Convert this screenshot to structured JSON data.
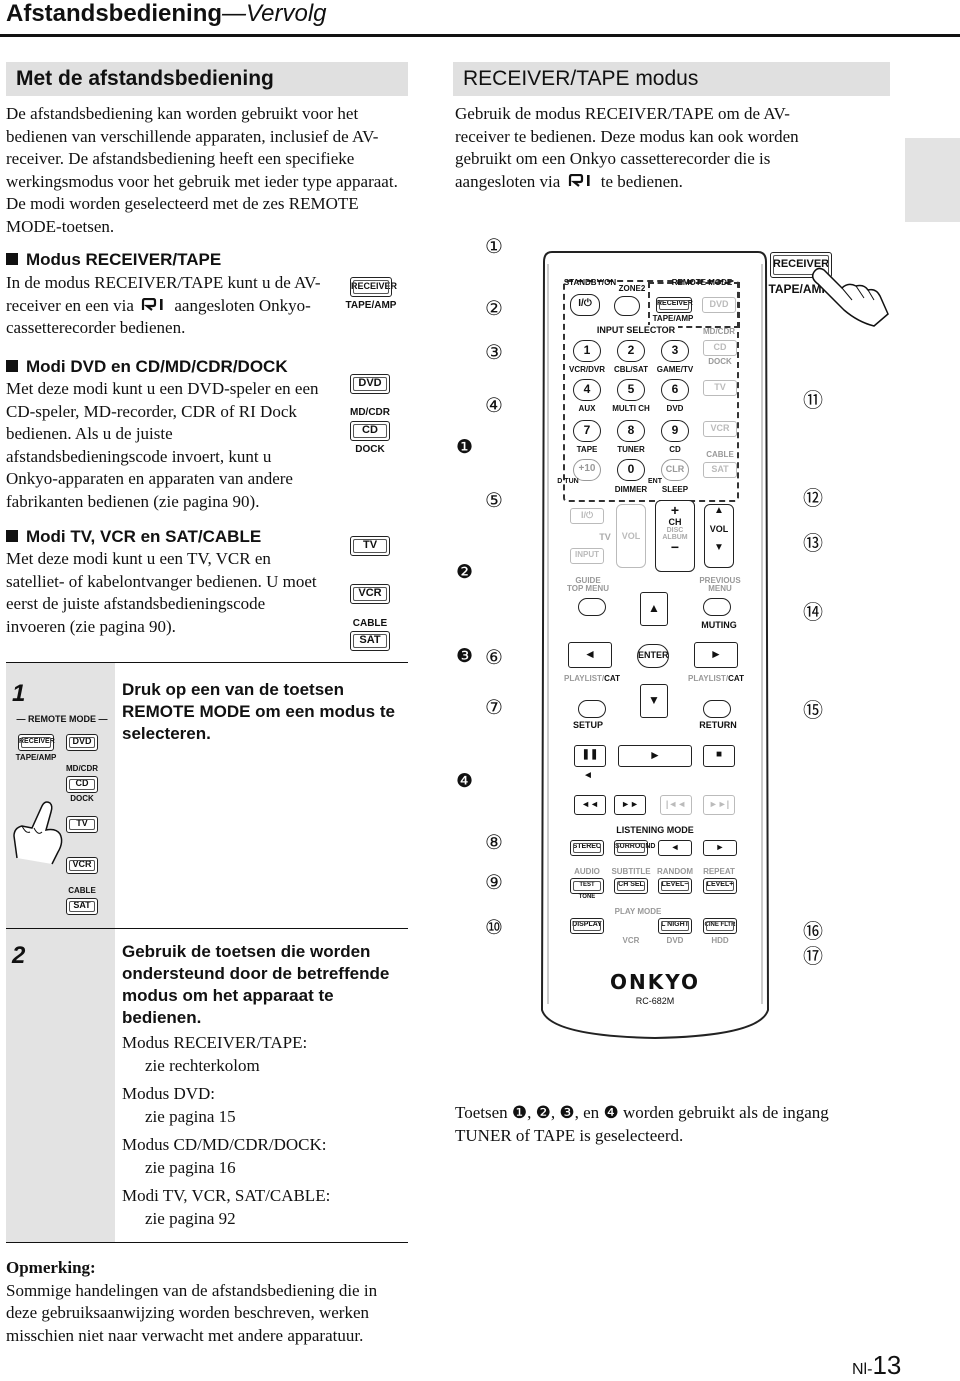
{
  "header": {
    "title_main": "Afstandsbediening",
    "title_cont": "—Vervolg"
  },
  "left": {
    "section_title": "Met de afstandsbediening",
    "intro": "De afstandsbediening kan worden gebruikt voor het bedienen van verschillende apparaten, inclusief de AV-receiver. De afstandsbediening heeft een specifieke werkingsmodus voor het gebruik met ieder type apparaat. De modi worden geselecteerd met de zes REMOTE MODE-toetsen.",
    "mode1_title": "Modus RECEIVER/TAPE",
    "mode1_text_a": "In de modus RECEIVER/TAPE kunt u de AV-receiver en een via",
    "mode1_text_b": "aangesloten Onkyo-cassetterecorder bedienen.",
    "mode2_title": "Modi DVD en CD/MD/CDR/DOCK",
    "mode2_text": "Met deze modi kunt u een DVD-speler en een CD-speler, MD-recorder, CDR of RI Dock bedienen. Als u de juiste afstandsbedieningscode invoert, kunt u Onkyo-apparaten en apparaten van andere fabrikanten bedienen (zie pagina 90).",
    "mode3_title": "Modi TV, VCR en SAT/CABLE",
    "mode3_text": "Met deze modi kunt u een TV, VCR en satelliet- of kabelontvanger bedienen. U moet eerst de juiste afstandsbedieningscode invoeren (zie pagina 90)."
  },
  "icons": {
    "receiver": "RECEIVER",
    "tape_amp": "TAPE/AMP",
    "dvd": "DVD",
    "md_cdr": "MD/CDR",
    "cd": "CD",
    "dock": "DOCK",
    "tv": "TV",
    "vcr": "VCR",
    "cable": "CABLE",
    "sat": "SAT",
    "remote_mode": "REMOTE MODE"
  },
  "steps": [
    {
      "num": "1",
      "title": "Druk op een van de toetsen REMOTE MODE om een modus te selecteren."
    },
    {
      "num": "2",
      "title": "Gebruik de toetsen die worden ondersteund door de betreffende modus om het apparaat te bedienen.",
      "items": [
        {
          "label": "Modus RECEIVER/TAPE:",
          "value": "zie rechterkolom"
        },
        {
          "label": "Modus DVD:",
          "value": "zie pagina 15"
        },
        {
          "label": "Modus CD/MD/CDR/DOCK:",
          "value": "zie pagina 16"
        },
        {
          "label": "Modi TV, VCR, SAT/CABLE:",
          "value": "zie pagina 92"
        }
      ]
    }
  ],
  "note": {
    "title": "Opmerking:",
    "text": "Sommige handelingen van de afstandsbediening die in deze gebruiksaanwijzing worden beschreven, werken misschien niet naar verwacht met andere apparatuur."
  },
  "right": {
    "section_title": "RECEIVER/TAPE modus",
    "text_a": "Gebruik de modus RECEIVER/TAPE om de AV-receiver te bedienen. Deze modus kan ook worden gebruikt om een Onkyo cassetterecorder die is aangesloten via",
    "text_b": "te bedienen.",
    "caption_a": "Toetsen",
    "caption_sep": ",",
    "caption_en": ", en",
    "caption_b": "worden gebruikt als de ingang TUNER of TAPE is geselecteerd."
  },
  "callouts_white": [
    "①",
    "②",
    "③",
    "④",
    "⑤",
    "⑥",
    "⑦",
    "⑧",
    "⑨",
    "⑩",
    "⑪",
    "⑫",
    "⑬",
    "⑭",
    "⑮",
    "⑯",
    "⑰"
  ],
  "callouts_dark": [
    "❶",
    "❷",
    "❸",
    "❹"
  ],
  "remote": {
    "standby": "STANDBY/ON",
    "zone2": "ZONE2",
    "remote_mode": "REMOTE MODE",
    "receiver": "RECEIVER",
    "tape_amp": "TAPE/AMP",
    "dvd": "DVD",
    "md_cdr": "MD/CDR",
    "cd": "CD",
    "dock": "DOCK",
    "tv": "TV",
    "vcr": "VCR",
    "cable": "CABLE",
    "sat": "SAT",
    "input_selector": "INPUT SELECTOR",
    "num": [
      "1",
      "2",
      "3",
      "4",
      "5",
      "6",
      "7",
      "8",
      "9",
      "+10",
      "0",
      "CLR"
    ],
    "labels_row1": [
      "VCR/DVR",
      "CBL/SAT",
      "GAME/TV"
    ],
    "labels_row2": [
      "AUX",
      "MULTI CH",
      "DVD"
    ],
    "labels_row3": [
      "TAPE",
      "TUNER",
      "CD"
    ],
    "labels_row4": [
      "DIMMER",
      "SLEEP"
    ],
    "ent": "ENT",
    "d_tun": "D TUN",
    "input": "INPUT",
    "tv_vol": "VOL",
    "tv_lbl": "TV",
    "ch": "CH",
    "disc": "DISC",
    "album": "ALBUM",
    "vol": "VOL",
    "guide": "GUIDE",
    "top_menu": "TOP MENU",
    "previous": "PREVIOUS",
    "menu": "MENU",
    "muting": "MUTING",
    "enter": "ENTER",
    "playlist": "PLAYLIST/",
    "cat": "CAT",
    "setup": "SETUP",
    "return": "RETURN",
    "listening_mode": "LISTENING MODE",
    "stereo": "STEREO",
    "surround": "SURROUND",
    "audio": "AUDIO",
    "subtitle": "SUBTITLE",
    "random": "RANDOM",
    "repeat": "REPEAT",
    "test_tone": "TEST TONE",
    "ch_sel": "CH SEL",
    "level_minus": "LEVEL−",
    "level_plus": "LEVEL+",
    "play_mode": "PLAY MODE",
    "display": "DISPLAY",
    "l_night": "L NIGHT",
    "cine_fltr": "CINE FLTR",
    "vcr2": "VCR",
    "dvd2": "DVD",
    "hdd": "HDD",
    "brand": "ONKYO",
    "model": "RC-682M",
    "hand_receiver": "RECEIVER",
    "hand_tape_amp": "TAPE/AMP"
  },
  "page_number": {
    "prefix": "Nl-",
    "num": "13"
  }
}
